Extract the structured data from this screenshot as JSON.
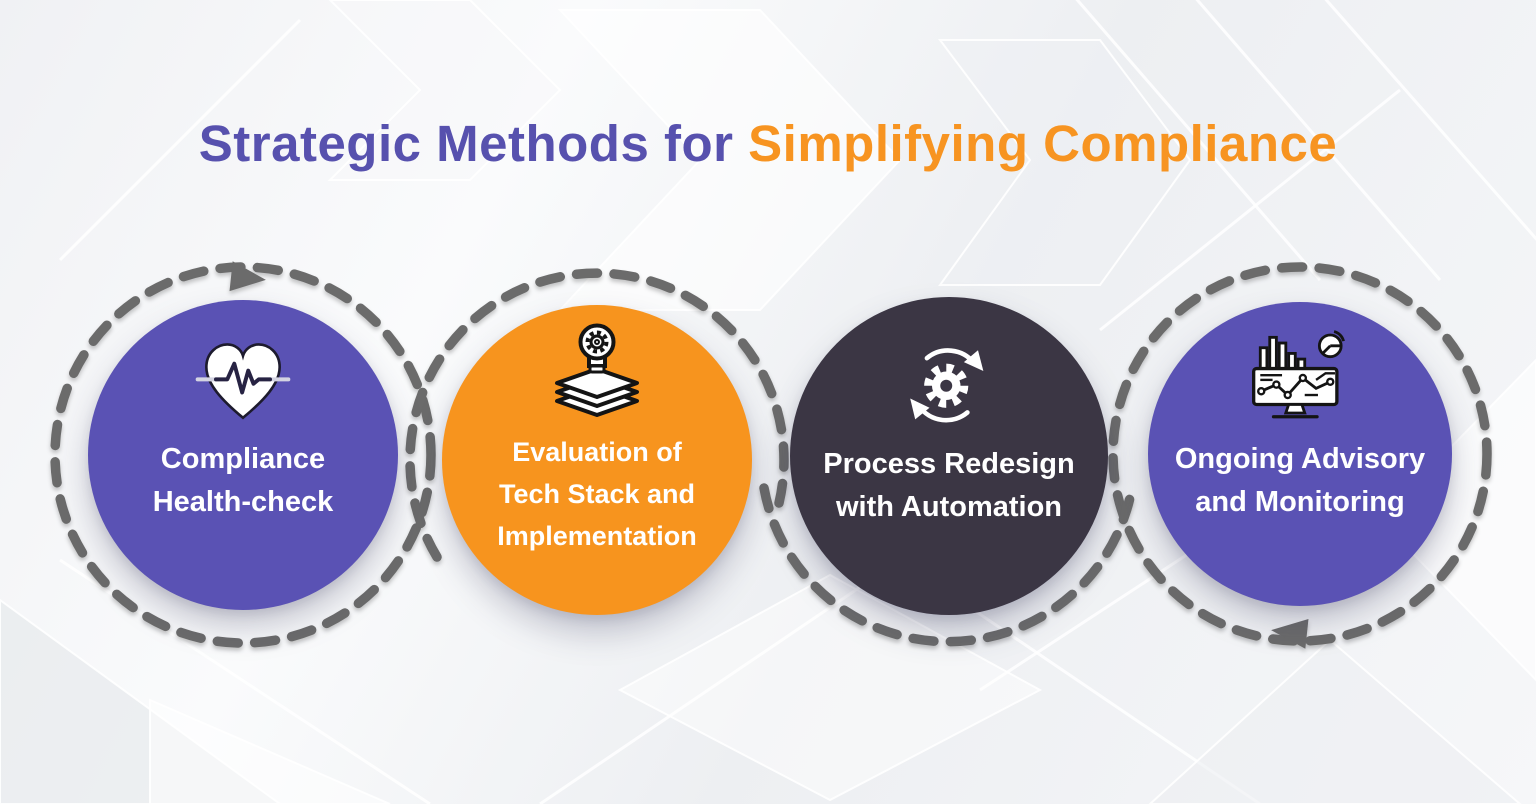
{
  "title": {
    "part1": "Strategic Methods for ",
    "part2": "Simplifying Compliance"
  },
  "colors": {
    "title_primary": "#5751ae",
    "title_accent": "#f79421",
    "purple": "#5a52b4",
    "orange": "#f7941e",
    "dark": "#3b3644",
    "dash_gray": "#6b6b6b",
    "circle_text": "#ffffff"
  },
  "steps": [
    {
      "icon": "heart-pulse-icon",
      "color": "purple",
      "ring": "full-dashed-ring-with-arrow",
      "arrow_direction": "right",
      "label_lines": [
        "Compliance",
        "Health-check"
      ]
    },
    {
      "icon": "bulb-gear-stack-icon",
      "color": "orange",
      "ring": "top-dashed-arc",
      "label_lines": [
        "Evaluation of",
        "Tech Stack and",
        "Implementation"
      ]
    },
    {
      "icon": "gear-sync-icon",
      "color": "dark",
      "ring": "bottom-dashed-arc",
      "label_lines": [
        "Process Redesign",
        "with Automation"
      ]
    },
    {
      "icon": "monitor-analytics-icon",
      "color": "purple",
      "ring": "full-dashed-ring-with-arrow",
      "arrow_direction": "left",
      "label_lines": [
        "Ongoing Advisory",
        "and Monitoring"
      ]
    }
  ]
}
